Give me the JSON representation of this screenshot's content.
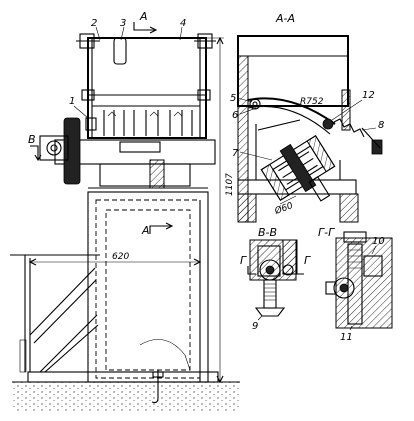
{
  "drawing": {
    "part_labels": [
      "1",
      "2",
      "3",
      "4",
      "5",
      "6",
      "7",
      "8",
      "9",
      "10",
      "11",
      "12"
    ],
    "section_labels": {
      "main_section": "А-А",
      "section_b": "В-В",
      "section_g": "Г-Г",
      "cut_a_top": "А",
      "cut_a_bottom": "А",
      "cut_b": "В",
      "cut_g_left": "Г",
      "cut_g_right": "Г"
    },
    "dimensions": {
      "height": "1107",
      "width": "620",
      "radius": "R752",
      "diameter": "Ø60"
    }
  }
}
